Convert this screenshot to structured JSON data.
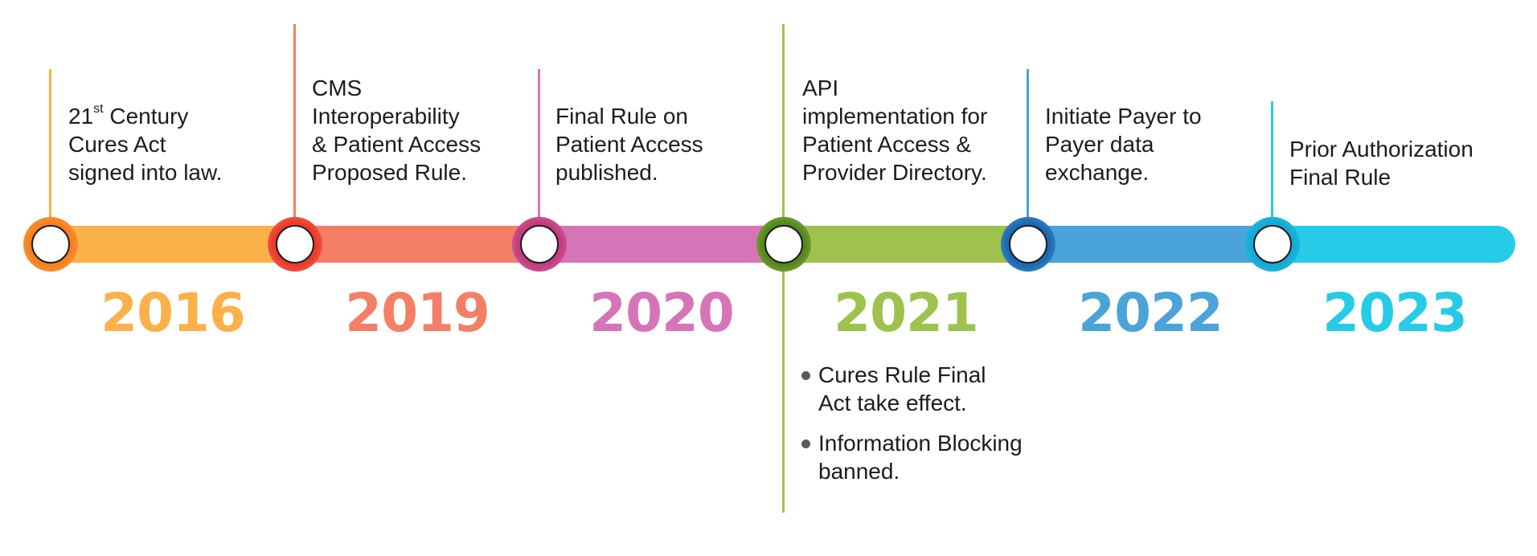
{
  "colors": {
    "2016": {
      "main": "#fab14a",
      "dark": "#f57f1f"
    },
    "2019": {
      "main": "#f57e67",
      "dark": "#ec3a2a"
    },
    "2020": {
      "main": "#d674b8",
      "dark": "#c23c7e"
    },
    "2021": {
      "main": "#9fc24f",
      "dark": "#55861e"
    },
    "2022": {
      "main": "#4aa3d9",
      "dark": "#1e67b0"
    },
    "2023": {
      "main": "#26cbe8",
      "dark": "#15a9d6"
    }
  },
  "milestones": [
    {
      "year": "2016",
      "lines": [
        "21",
        "Cures Act",
        "signed into law."
      ],
      "sup": "st",
      "line0_rest": "Century"
    },
    {
      "year": "2019",
      "lines": [
        "CMS",
        "Interoperability",
        "& Patient Access",
        "Proposed Rule."
      ]
    },
    {
      "year": "2020",
      "lines": [
        "Final Rule on",
        "Patient Access",
        "published."
      ]
    },
    {
      "year": "2021",
      "lines": [
        "API",
        "implementation for",
        "Patient Access &",
        "Provider Directory."
      ]
    },
    {
      "year": "2022",
      "lines": [
        "Initiate Payer to",
        "Payer data",
        "exchange."
      ]
    },
    {
      "year": "2023",
      "lines": [
        "Prior Authorization",
        "Final Rule"
      ]
    }
  ],
  "bullets_2021": [
    {
      "lines": [
        "Cures Rule Final",
        "Act  take effect."
      ]
    },
    {
      "lines": [
        "Information Blocking",
        "banned."
      ]
    }
  ]
}
